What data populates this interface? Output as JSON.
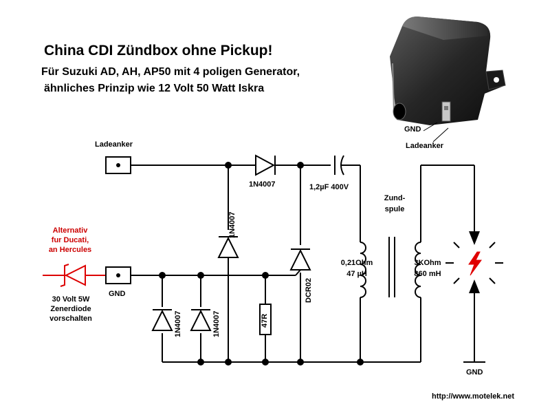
{
  "header": {
    "title": "China CDI Zündbox ohne Pickup!",
    "subtitle1": "Für Suzuki AD, AH, AP50 mit 4 poligen Generator,",
    "subtitle2": "ähnliches Prinzip wie 12 Volt 50 Watt Iskra"
  },
  "photo": {
    "label_gnd": "GND",
    "label_lade": "Ladeanker"
  },
  "schematic": {
    "label_ladeanker": "Ladeanker",
    "label_gnd_left": "GND",
    "label_gnd_right": "GND",
    "alt_line1": "Alternativ",
    "alt_line2": "fur Ducati,",
    "alt_line3": "an Hercules",
    "zener_line1": "30 Volt 5W",
    "zener_line2": "Zenerdiode",
    "zener_line3": "vorschalten",
    "d_top": "1N4007",
    "d_mid": "1N4007",
    "d_low1": "1N4007",
    "d_low2": "1N4007",
    "thyristor": "DCR02",
    "resistor": "47R",
    "capacitor": "1,2µF 400V",
    "coil_line1": "Zund-",
    "coil_line2": "spule",
    "primary_line1": "0,21Ohm",
    "primary_line2": "47 µH",
    "secondary_line1": "3KOhm",
    "secondary_line2": "860 mH"
  },
  "footer": {
    "url": "http://www.motelek.net"
  }
}
